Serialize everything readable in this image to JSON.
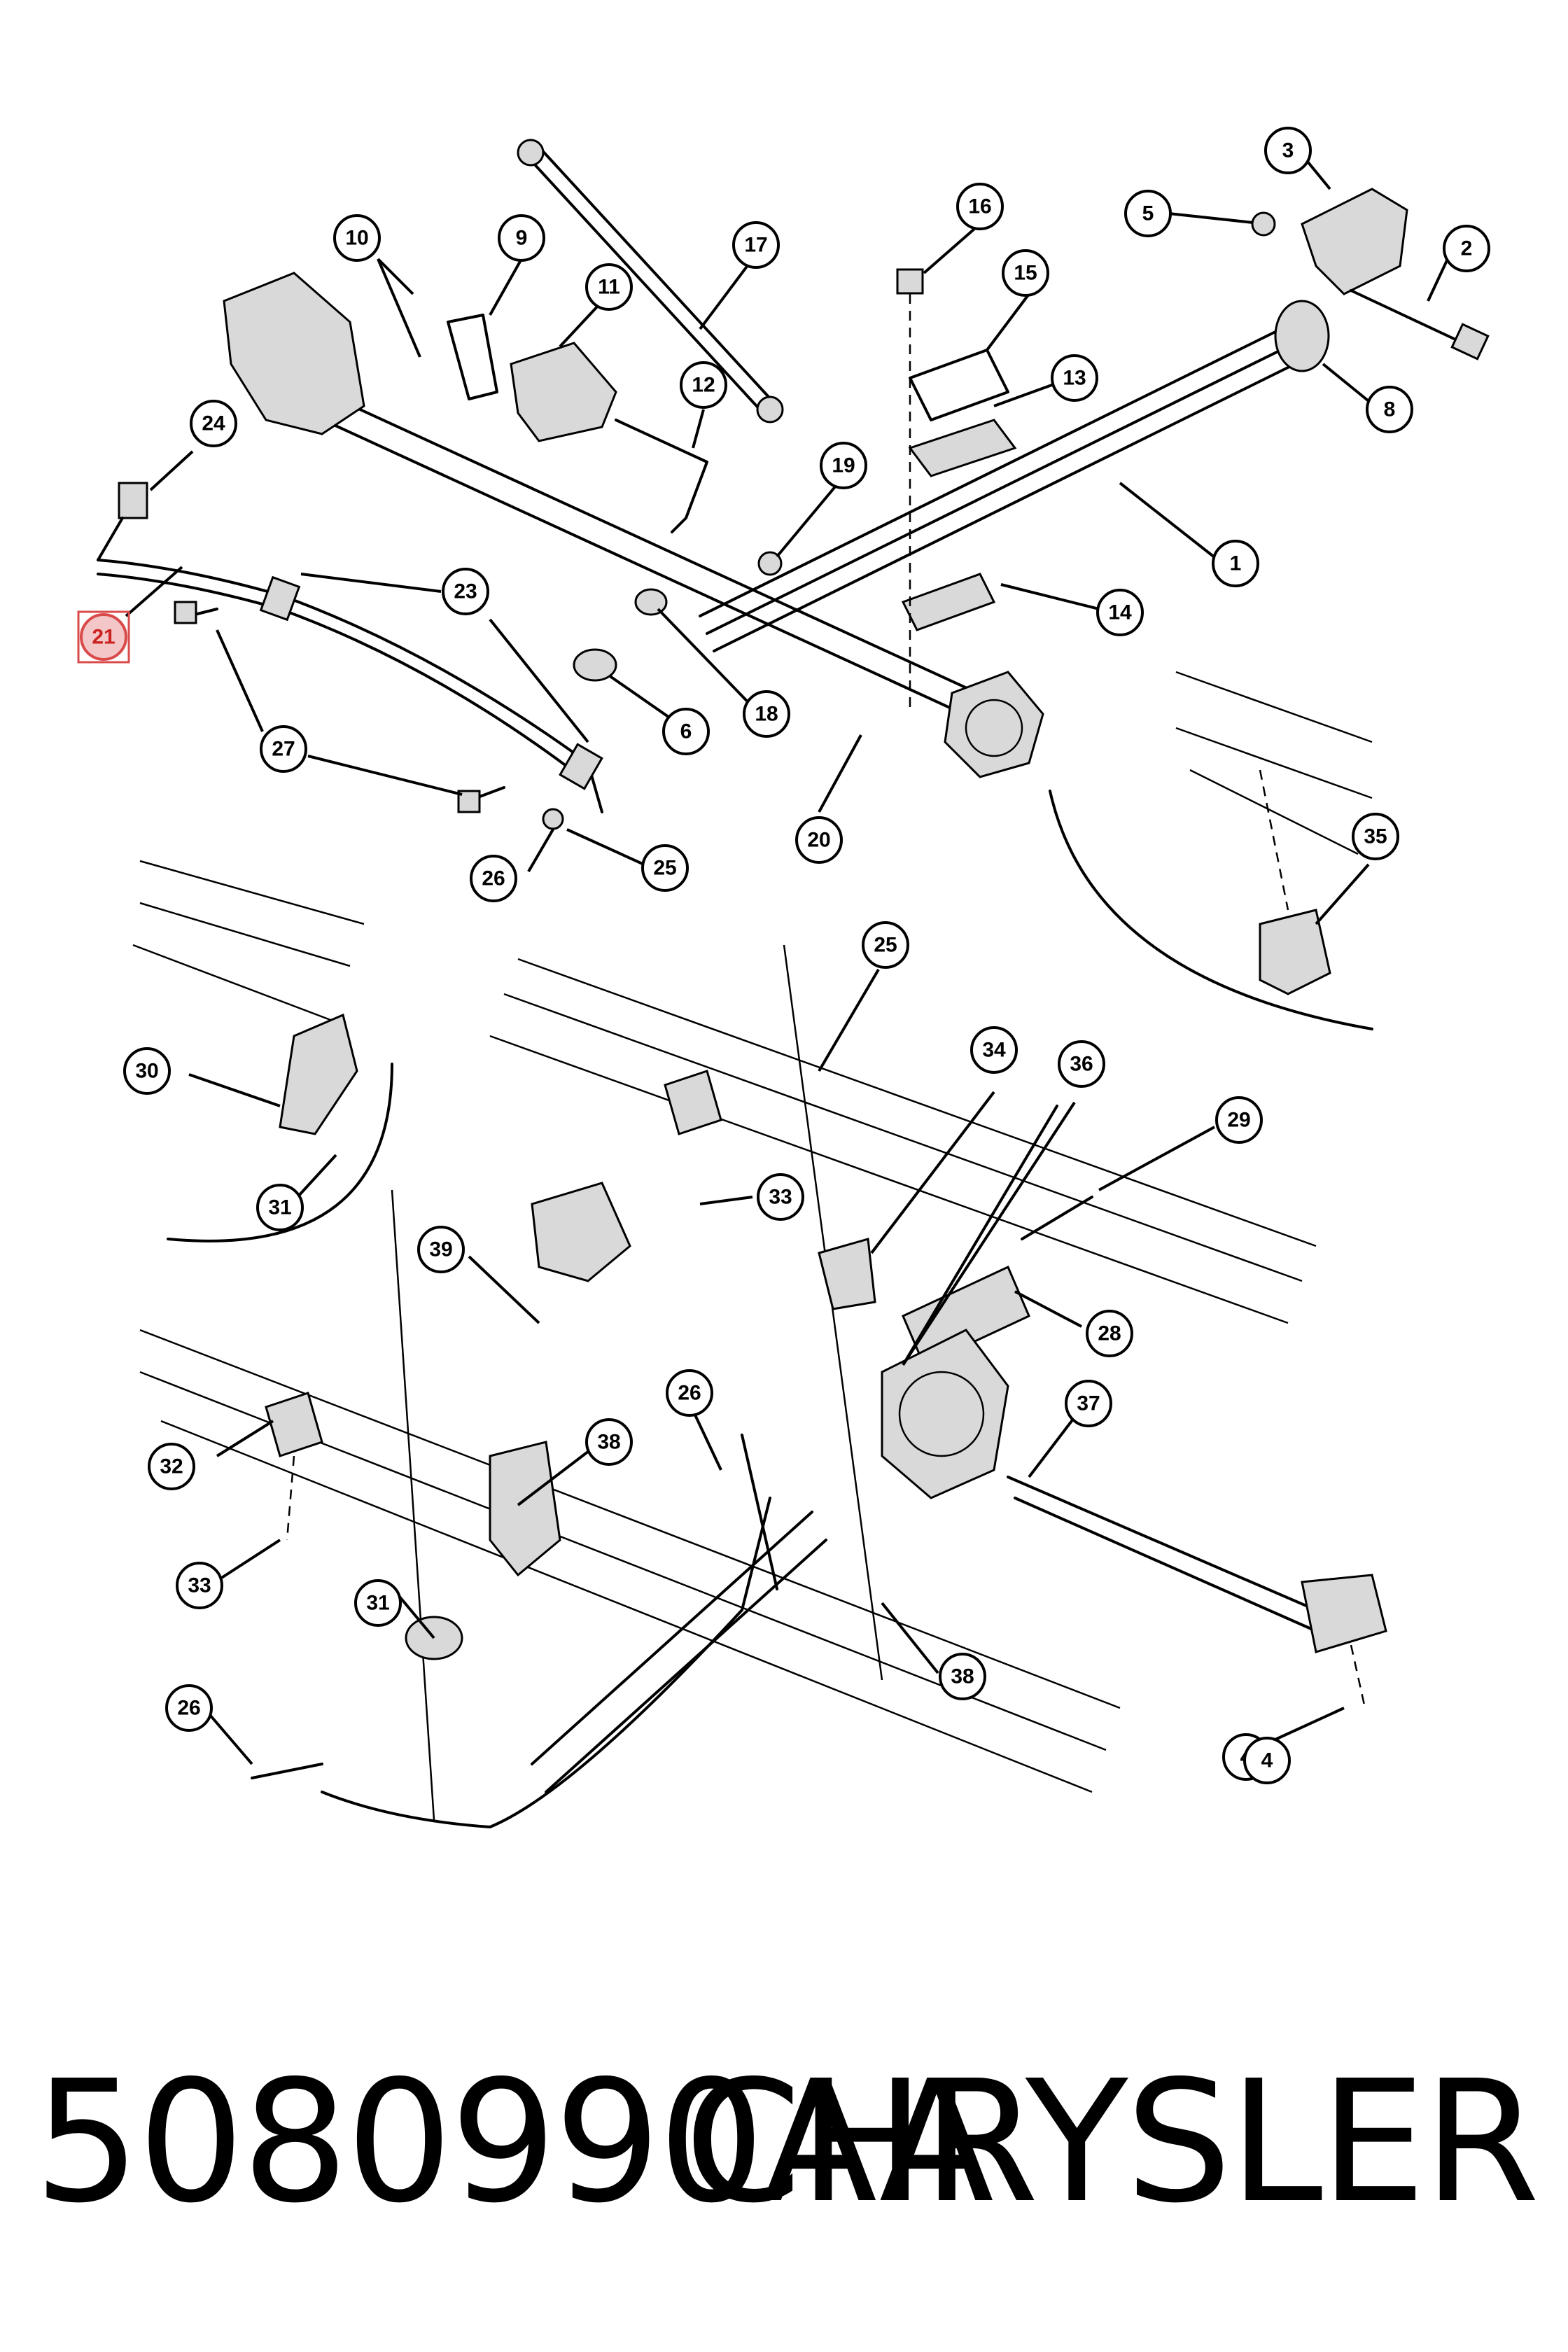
{
  "footer": {
    "part_number": "5080990AA",
    "manufacturer": "CHRYSLER"
  },
  "callouts": [
    {
      "label": "1"
    },
    {
      "label": "2"
    },
    {
      "label": "3"
    },
    {
      "label": "4"
    },
    {
      "label": "5"
    },
    {
      "label": "6"
    },
    {
      "label": "8"
    },
    {
      "label": "9"
    },
    {
      "label": "10"
    },
    {
      "label": "11"
    },
    {
      "label": "12"
    },
    {
      "label": "13"
    },
    {
      "label": "14"
    },
    {
      "label": "15"
    },
    {
      "label": "16"
    },
    {
      "label": "17"
    },
    {
      "label": "18"
    },
    {
      "label": "19"
    },
    {
      "label": "20"
    },
    {
      "label": "21",
      "highlighted": true
    },
    {
      "label": "23"
    },
    {
      "label": "24"
    },
    {
      "label": "25"
    },
    {
      "label": "25"
    },
    {
      "label": "26"
    },
    {
      "label": "27"
    },
    {
      "label": "29"
    },
    {
      "label": "34"
    },
    {
      "label": "35"
    },
    {
      "label": "36"
    },
    {
      "label": "30"
    },
    {
      "label": "31"
    },
    {
      "label": "33"
    },
    {
      "label": "39"
    },
    {
      "label": "28"
    },
    {
      "label": "26"
    },
    {
      "label": "37"
    },
    {
      "label": "32"
    },
    {
      "label": "38"
    },
    {
      "label": "33"
    },
    {
      "label": "31"
    },
    {
      "label": "38"
    },
    {
      "label": "26"
    },
    {
      "label": "4"
    }
  ],
  "highlight_color": "#d94a4a"
}
